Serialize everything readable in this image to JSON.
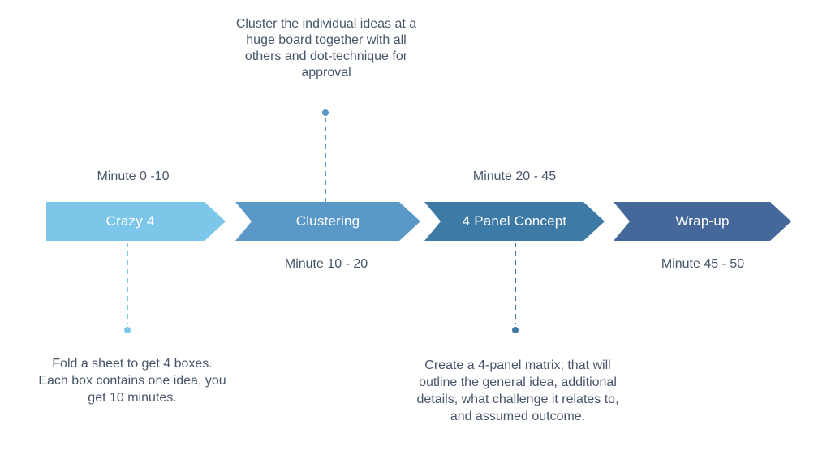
{
  "palette": {
    "background": "#ffffff",
    "body_text": "#47556A",
    "arrow_label_text": "#ffffff"
  },
  "stages": [
    {
      "label": "Crazy 4",
      "time": "Minute 0 -10",
      "time_position": "above",
      "color": "#7CC6EA",
      "description": "Fold a sheet to get 4 boxes. Each box contains one idea, you get 10 minutes.",
      "description_position": "below"
    },
    {
      "label": "Clustering",
      "time": "Minute 10 - 20",
      "time_position": "below",
      "color": "#5A98C8",
      "description": "Cluster the individual ideas at a huge board together with all others and dot-technique for approval",
      "description_position": "above"
    },
    {
      "label": "4 Panel Concept",
      "time": "Minute 20 - 45",
      "time_position": "above",
      "color": "#3D7AA6",
      "description": "Create a 4-panel matrix, that will outline the general idea, additional details, what challenge it relates to, and assumed outcome.",
      "description_position": "below"
    },
    {
      "label": "Wrap-up",
      "time": "Minute 45 - 50",
      "time_position": "below",
      "color": "#45689A",
      "description": "",
      "description_position": "none"
    }
  ]
}
